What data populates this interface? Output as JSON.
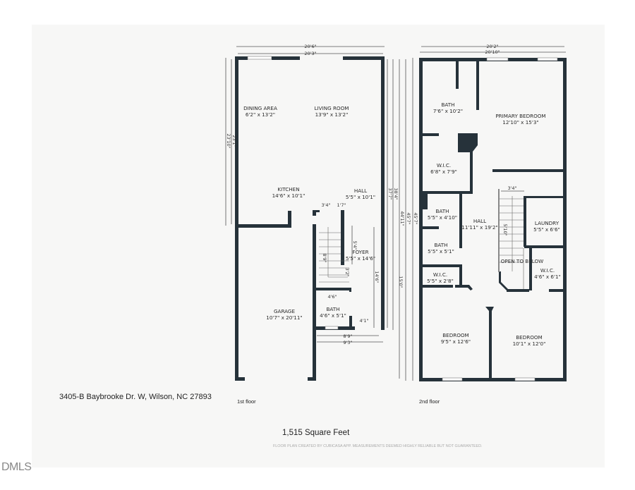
{
  "address": "3405-B Baybrooke Dr. W, Wilson, NC 27893",
  "total_area": "1,515 Square Feet",
  "disclaimer": "FLOOR PLAN CREATED BY CUBICASA APP. MEASUREMENTS DEEMED HIGHLY RELIABLE BUT NOT GUARANTEED.",
  "watermark": "DMLS",
  "floor1": {
    "caption": "1st floor",
    "rooms": [
      {
        "name": "DINING AREA",
        "size": "6'2\" x 13'2\""
      },
      {
        "name": "LIVING ROOM",
        "size": "13'9\" x 13'2\""
      },
      {
        "name": "KITCHEN",
        "size": "14'6\" x 10'1\""
      },
      {
        "name": "HALL",
        "size": "5'5\" x 10'1\""
      },
      {
        "name": "FOYER",
        "size": "5'5\" x 14'6\""
      },
      {
        "name": "GARAGE",
        "size": "10'7\" x 20'11\""
      },
      {
        "name": "BATH",
        "size": "4'6\" x 5'1\""
      }
    ],
    "dims": [
      "20'6\"",
      "20'3\"",
      "23'10\"",
      "23'1\"",
      "37'7\"",
      "38'4\"",
      "44'11\"",
      "45'7\"",
      "3'4\"",
      "1'7\"",
      "5'4\"",
      "8'9\"",
      "3'2\"",
      "14'6\"",
      "15'0\"",
      "4'6\"",
      "4'1\"",
      "8'9\"",
      "9'3\""
    ]
  },
  "floor2": {
    "caption": "2nd floor",
    "rooms": [
      {
        "name": "BATH",
        "size": "7'6\" x 10'2\""
      },
      {
        "name": "PRIMARY BEDROOM",
        "size": "12'10\" x 15'3\""
      },
      {
        "name": "W.I.C.",
        "size": "6'8\" x 7'9\""
      },
      {
        "name": "BATH",
        "size": "5'5\" x 4'10\""
      },
      {
        "name": "HALL",
        "size": "11'11\" x 19'2\""
      },
      {
        "name": "LAUNDRY",
        "size": "5'5\" x 6'6\""
      },
      {
        "name": "BATH",
        "size": "5'5\" x 5'1\""
      },
      {
        "name": "W.I.C.",
        "size": "5'5\" x 2'8\""
      },
      {
        "name": "W.I.C.",
        "size": "4'6\" x 6'1\""
      },
      {
        "name": "BEDROOM",
        "size": "9'5\" x 12'6\""
      },
      {
        "name": "BEDROOM",
        "size": "10'1\" x 12'0\""
      }
    ],
    "open_label": "OPEN TO BELOW",
    "dims": [
      "20'2\"",
      "20'10\"",
      "45'7\"",
      "3'4\"",
      "5'10\""
    ]
  }
}
